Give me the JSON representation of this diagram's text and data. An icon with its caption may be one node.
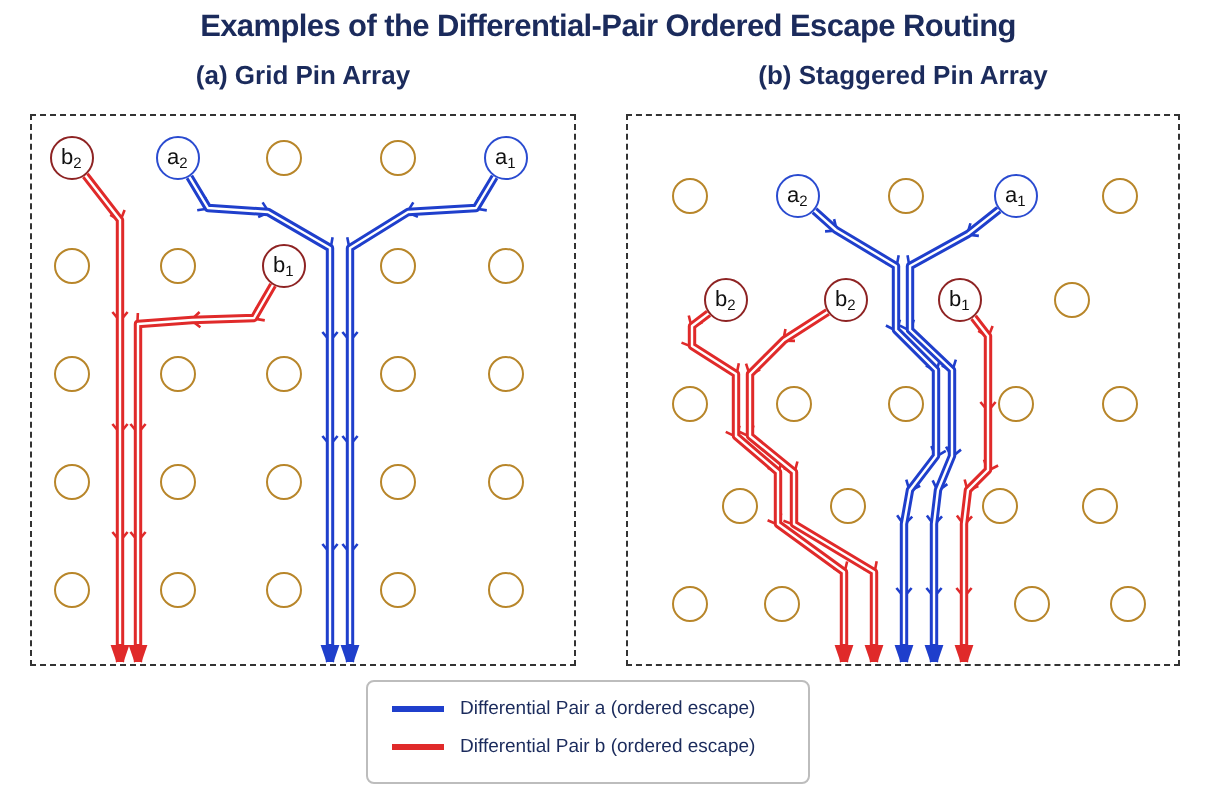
{
  "diagram": {
    "title": "Examples of the Differential-Pair Ordered Escape Routing",
    "nodes": [
      {
        "text": [
          "(a) Grid Pin Array"
        ]
      },
      {
        "text": [
          "b$_{2}$"
        ],
        "in": 0
      },
      {
        "text": [
          "a$_{2}$"
        ],
        "in": 0
      },
      {
        "text": [],
        "shape": "circle",
        "in": 0
      },
      {
        "text": [],
        "shape": "circle",
        "in": 0
      },
      {
        "text": [
          "a$_{1}$"
        ],
        "in": 0
      },
      {
        "text": [],
        "shape": "circle",
        "in": 0
      },
      {
        "text": [],
        "shape": "circle",
        "in": 0
      },
      {
        "text": [
          "b$_{1}$"
        ],
        "in": 0
      },
      {
        "text": [],
        "shape": "circle",
        "in": 0
      },
      {
        "text": [],
        "shape": "circle",
        "in": 0
      },
      {
        "text": [],
        "shape": "circle",
        "in": 0
      },
      {
        "text": [],
        "shape": "circle",
        "in": 0
      },
      {
        "text": [],
        "shape": "circle",
        "in": 0
      },
      {
        "text": [],
        "shape": "circle",
        "in": 0
      },
      {
        "text": [],
        "shape": "circle",
        "in": 0
      },
      {
        "text": [],
        "shape": "circle",
        "in": 0
      },
      {
        "text": [],
        "shape": "circle",
        "in": 0
      },
      {
        "text": [],
        "shape": "circle",
        "in": 0
      },
      {
        "text": [],
        "shape": "circle",
        "in": 0
      },
      {
        "text": [],
        "shape": "circle",
        "in": 0
      },
      {
        "text": [],
        "shape": "circle",
        "in": 0
      },
      {
        "text": [],
        "shape": "circle",
        "in": 0
      },
      {
        "text": [],
        "shape": "circle",
        "in": 0
      },
      {
        "text": [],
        "shape": "circle",
        "in": 0
      },
      {
        "text": [],
        "shape": "circle",
        "in": 0
      },
      {
        "text": [
          "(b) Staggered Pin Array"
        ]
      },
      {
        "text": [],
        "shape": "circle",
        "in": 26
      },
      {
        "text": [
          "a$_{2}$"
        ],
        "in": 26
      },
      {
        "text": [],
        "shape": "circle",
        "in": 26
      },
      {
        "text": [
          "a$_{1}$"
        ],
        "in": 26
      },
      {
        "text": [],
        "shape": "circle",
        "in": 26
      },
      {
        "text": [
          "b$_{2}$"
        ],
        "in": 26
      },
      {
        "text": [
          "b$_{2}$"
        ],
        "in": 26
      },
      {
        "text": [
          "b$_{1}$"
        ],
        "in": 26
      },
      {
        "text": [],
        "shape": "circle",
        "in": 26
      },
      {
        "text": [],
        "shape": "circle",
        "in": 26
      },
      {
        "text": [],
        "shape": "circle",
        "in": 26
      },
      {
        "text": [],
        "shape": "circle",
        "in": 26
      },
      {
        "text": [],
        "shape": "circle",
        "in": 26
      },
      {
        "text": [],
        "shape": "circle",
        "in": 26
      },
      {
        "text": [],
        "shape": "circle",
        "in": 26
      },
      {
        "text": [],
        "shape": "circle",
        "in": 26
      },
      {
        "text": [],
        "shape": "circle",
        "in": 26
      },
      {
        "text": [],
        "shape": "circle",
        "in": 26
      },
      {
        "text": [],
        "shape": "circle",
        "in": 26
      },
      {
        "text": [],
        "shape": "circle",
        "in": 26
      },
      {
        "text": [],
        "shape": "circle",
        "in": 26
      },
      {
        "text": [],
        "shape": "circle",
        "in": 26
      }
    ],
    "edges": [
      {
        "from": 2,
        "to": null,
        "arrow": "to",
        "color": "#1f3fcc"
      },
      {
        "from": 5,
        "to": null,
        "arrow": "to",
        "color": "#1f3fcc"
      },
      {
        "from": 1,
        "to": null,
        "arrow": "to",
        "color": "#e02a2a"
      },
      {
        "from": 8,
        "to": null,
        "arrow": "to",
        "color": "#e02a2a"
      },
      {
        "from": 28,
        "to": null,
        "arrow": "to",
        "color": "#1f3fcc"
      },
      {
        "from": 30,
        "to": null,
        "arrow": "to",
        "color": "#1f3fcc"
      },
      {
        "from": 32,
        "to": null,
        "arrow": "to",
        "color": "#e02a2a"
      },
      {
        "from": 33,
        "to": null,
        "arrow": "to",
        "color": "#e02a2a"
      },
      {
        "from": 34,
        "to": null,
        "arrow": "to",
        "color": "#e02a2a"
      }
    ],
    "legend": [
      {
        "text": "Differential Pair a (ordered escape)",
        "color": "#1f3fcc"
      },
      {
        "text": "Differential Pair b (ordered escape)",
        "color": "#e02a2a"
      }
    ]
  }
}
